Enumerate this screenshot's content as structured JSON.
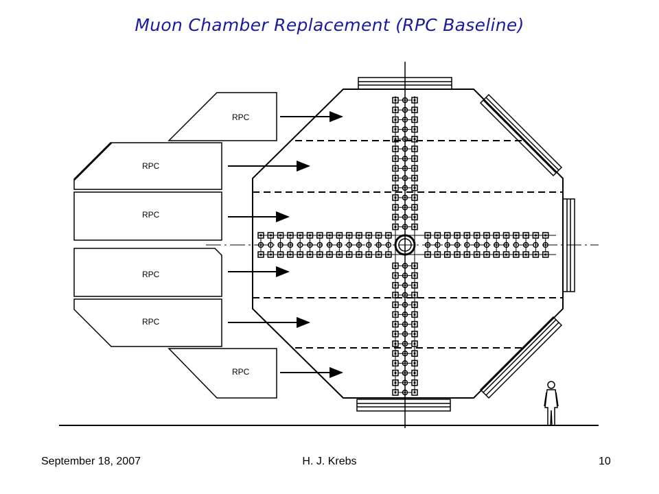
{
  "slide": {
    "title": "Muon Chamber Replacement (RPC Baseline)",
    "footer": {
      "date": "September 18, 2007",
      "author": "H. J. Krebs",
      "page": "10"
    }
  },
  "diagram": {
    "chambers": [
      {
        "label": "RPC"
      },
      {
        "label": "RPC"
      },
      {
        "label": "RPC"
      },
      {
        "label": "RPC"
      },
      {
        "label": "RPC"
      },
      {
        "label": "RPC"
      }
    ],
    "figures": [
      "person-silhouette"
    ]
  }
}
